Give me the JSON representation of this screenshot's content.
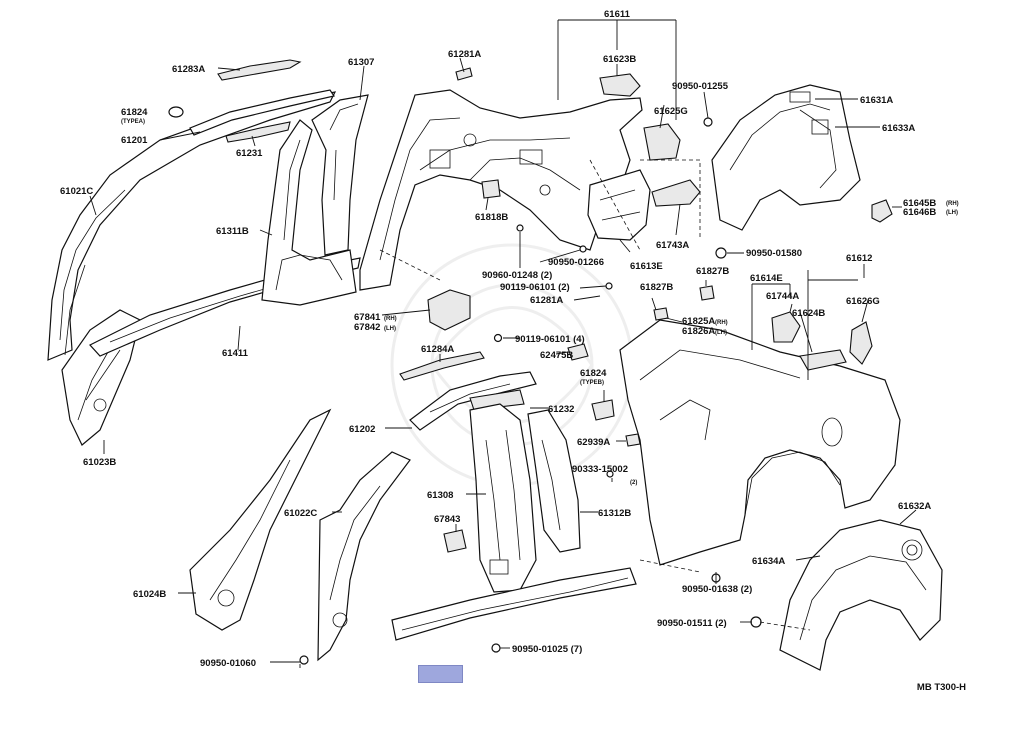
{
  "diagram": {
    "reference_code": "MB T300-H",
    "labels": {
      "p61611": "61611",
      "p61623B": "61623B",
      "p90950_01255": "90950-01255",
      "p61625G": "61625G",
      "p61631A": "61631A",
      "p61633A": "61633A",
      "p61645B": "61645B",
      "p61645B_rh": "(RH)",
      "p61646B": "61646B",
      "p61646B_lh": "(LH)",
      "p61283A": "61283A",
      "p61281A_top": "61281A",
      "p61307": "61307",
      "p61824_a": "61824",
      "p61824_a_type": "(TYPEA)",
      "p61201": "61201",
      "p61231": "61231",
      "p61021C": "61021C",
      "p61311B": "61311B",
      "p61818B": "61818B",
      "p61743A": "61743A",
      "p90950_01580": "90950-01580",
      "p90950_01266": "90950-01266",
      "p90960_01248": "90960-01248 (2)",
      "p61613E": "61613E",
      "p90119_06101_a": "90119-06101 (2)",
      "p61281A": "61281A",
      "p61827B_a": "61827B",
      "p61827B_b": "61827B",
      "p61614E": "61614E",
      "p61612": "61612",
      "p61744A": "61744A",
      "p61626G": "61626G",
      "p61624B": "61624B",
      "p61825A": "61825A",
      "p61825A_rh": "(RH)",
      "p61826A": "61826A",
      "p61826A_lh": "(LH)",
      "p67841": "67841",
      "p67841_rh": "(RH)",
      "p67842": "67842",
      "p67842_lh": "(LH)",
      "p61411": "61411",
      "p90119_06101_b": "90119-06101 (4)",
      "p61284A": "61284A",
      "p62475B": "62475B",
      "p61824_b": "61824",
      "p61824_b_type": "(TYPEB)",
      "p61232": "61232",
      "p61202": "61202",
      "p62939A": "62939A",
      "p90333_15002": "90333-15002",
      "p90333_15002_qty": "(2)",
      "p61023B": "61023B",
      "p61308": "61308",
      "p61312B": "61312B",
      "p61022C": "61022C",
      "p67843": "67843",
      "p61632A": "61632A",
      "p61634A": "61634A",
      "p90950_01638": "90950-01638 (2)",
      "p61024B": "61024B",
      "p90950_01511": "90950-01511 (2)",
      "p90950_01060": "90950-01060",
      "p90950_01025": "90950-01025 (7)"
    }
  },
  "highlight_color": "#9ea7dd"
}
